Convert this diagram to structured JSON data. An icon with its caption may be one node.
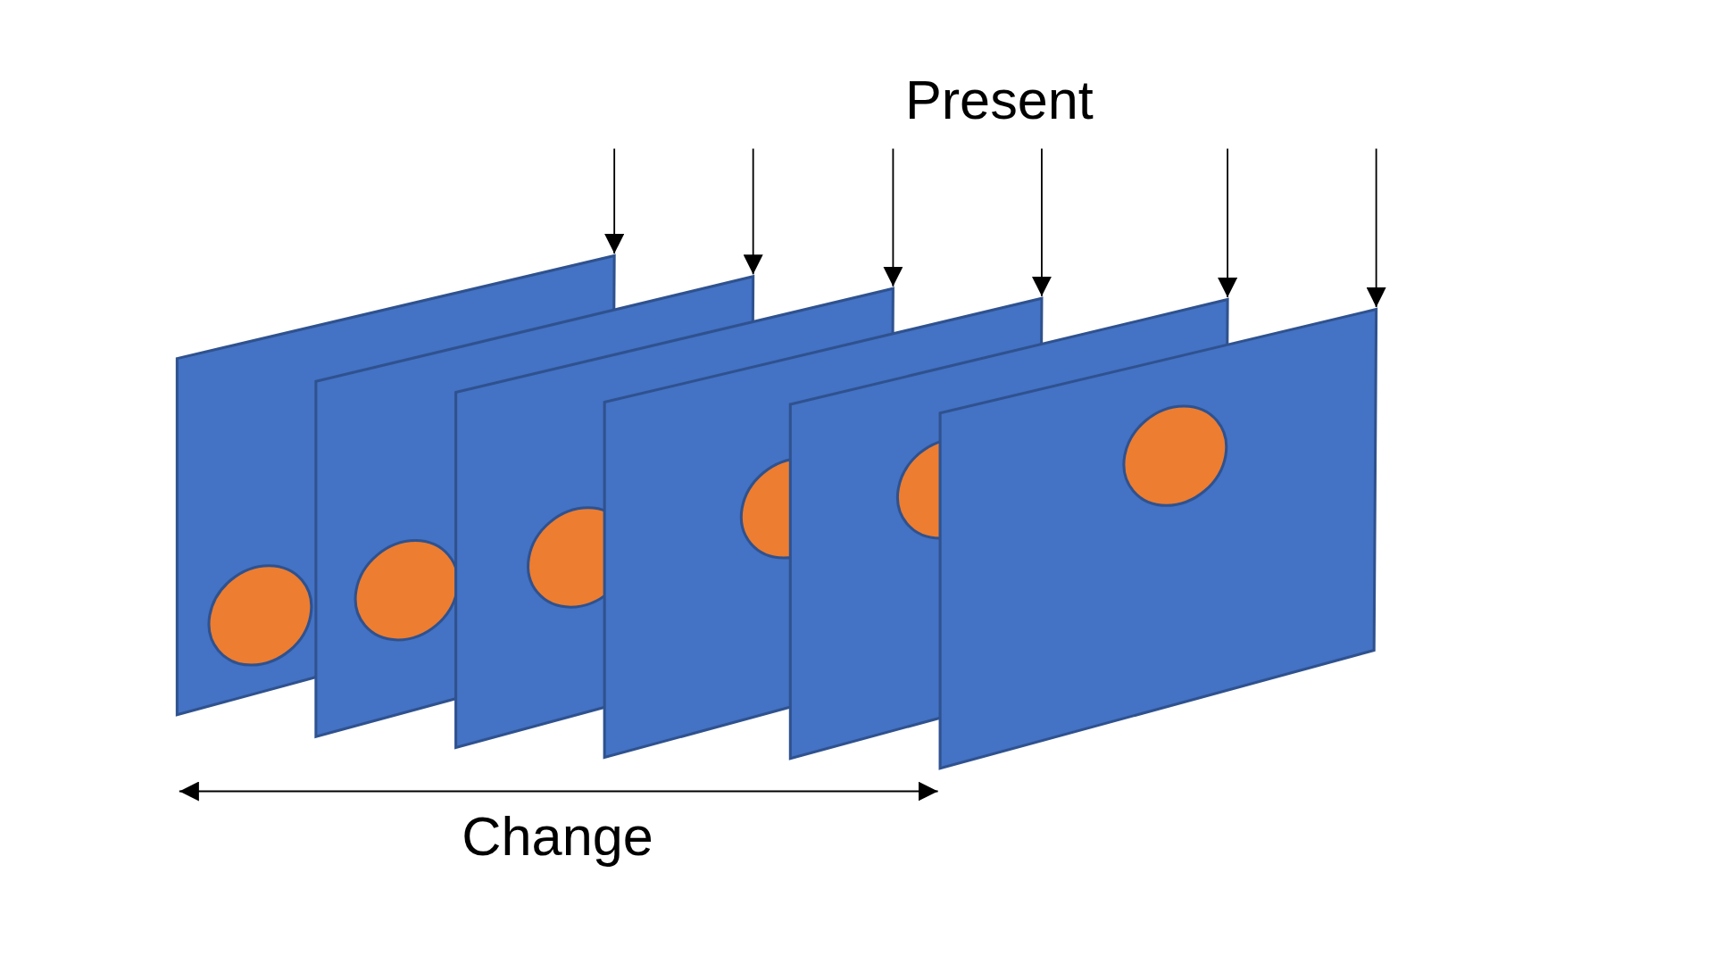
{
  "diagram": {
    "nodes": [
      {
        "text": [],
        "shape": "box"
      },
      {
        "text": [],
        "shape": "box"
      },
      {
        "text": [],
        "shape": "box"
      },
      {
        "text": [],
        "shape": "box"
      },
      {
        "text": [],
        "shape": "box"
      },
      {
        "text": [],
        "shape": "box"
      }
    ],
    "edges": [
      {
        "from": null,
        "to": 0,
        "arrow": "to"
      },
      {
        "from": null,
        "to": 1,
        "arrow": "to"
      },
      {
        "from": null,
        "to": 2,
        "arrow": "to"
      },
      {
        "from": null,
        "to": 3,
        "arrow": "to"
      },
      {
        "from": null,
        "to": 4,
        "arrow": "to"
      },
      {
        "from": null,
        "to": 5,
        "arrow": "to"
      }
    ],
    "labels": [
      "Present",
      "Change"
    ]
  }
}
